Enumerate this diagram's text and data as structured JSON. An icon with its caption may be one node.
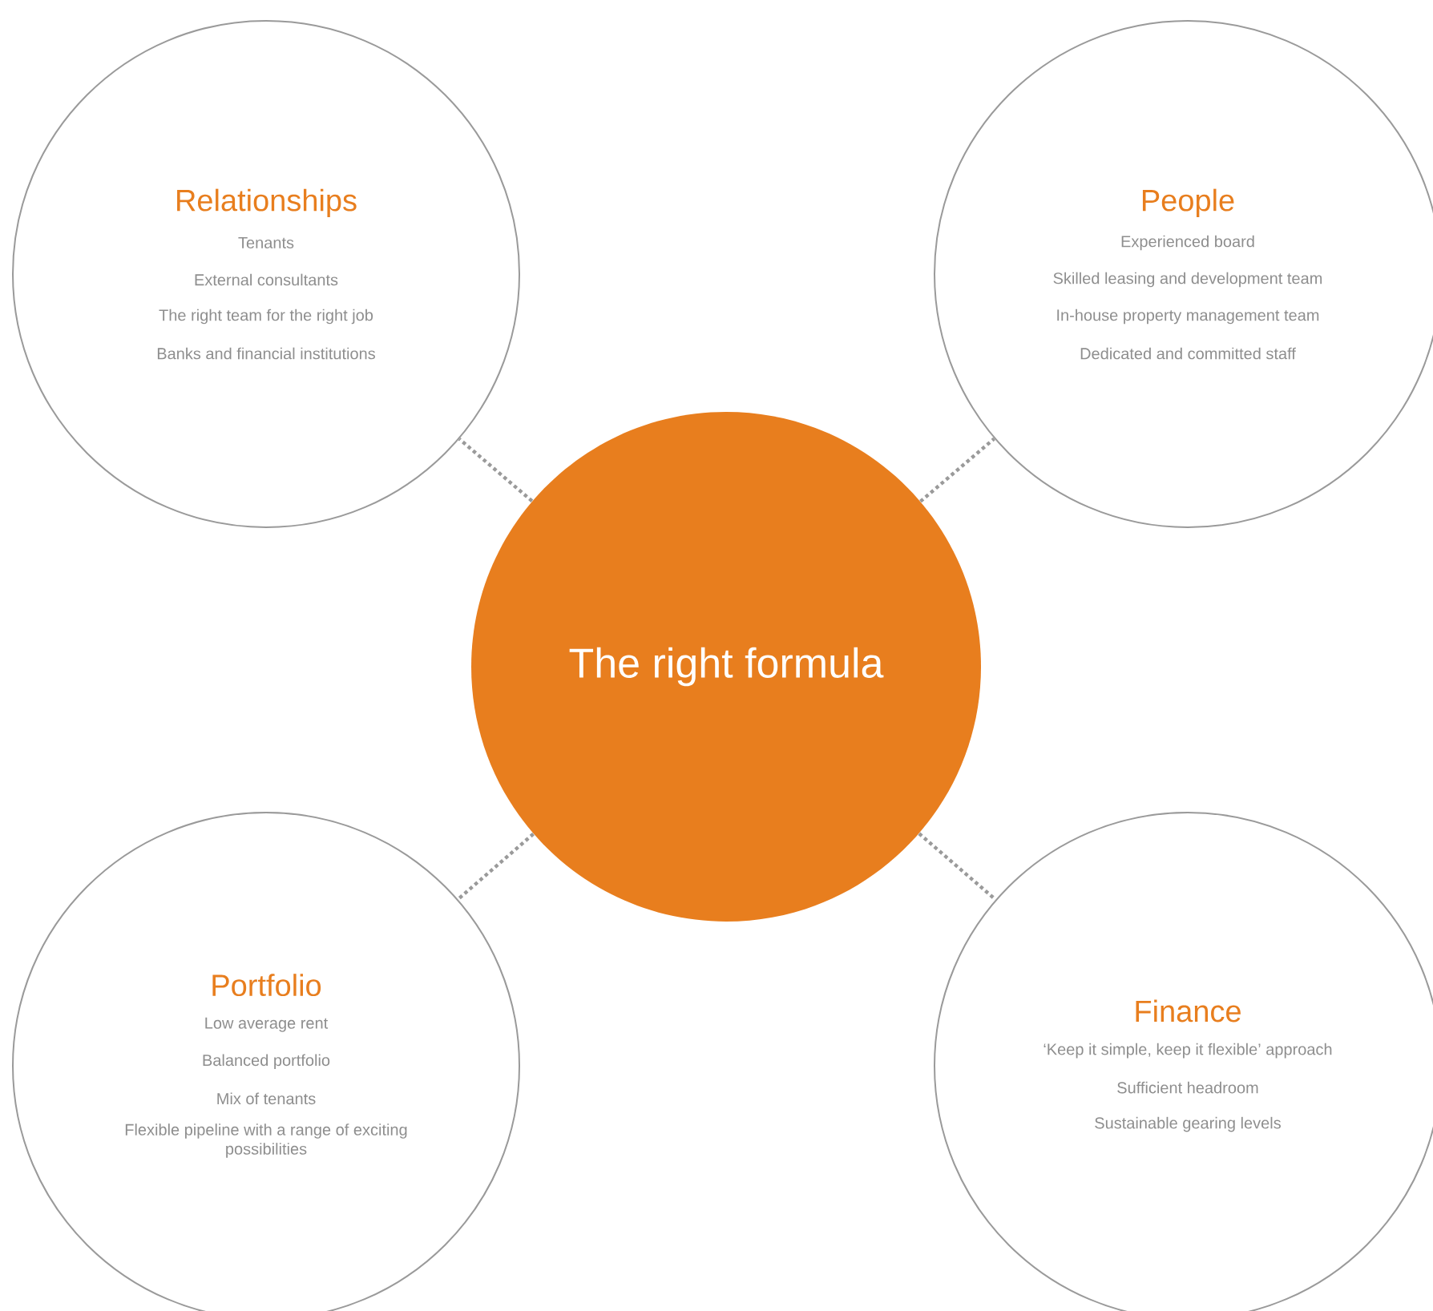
{
  "diagram": {
    "nodes": [
      {
        "text": [
          "Relationships",
          "Tenants",
          "External consultants",
          "The right team for the right job",
          "Banks and financial institutions"
        ]
      },
      {
        "text": [
          "People",
          "Experienced board",
          "Skilled leasing and development team",
          "In-house property management team",
          "Dedicated and committed staff"
        ]
      },
      {
        "text": [
          "The right formula"
        ]
      },
      {
        "text": [
          "Portfolio",
          "Low average rent",
          "Balanced portfolio",
          "Mix of tenants",
          "Flexible pipeline with a range of exciting possibilities"
        ]
      },
      {
        "text": [
          "Finance",
          "‘Keep it simple, keep it flexible’ approach",
          "Sufficient headroom",
          "Sustainable gearing levels"
        ]
      }
    ],
    "edges": [
      {
        "from": 2,
        "to": 0,
        "arrow": "none"
      },
      {
        "from": 2,
        "to": 1,
        "arrow": "none"
      },
      {
        "from": 2,
        "to": 3,
        "arrow": "none"
      },
      {
        "from": 2,
        "to": 4,
        "arrow": "none"
      }
    ]
  }
}
